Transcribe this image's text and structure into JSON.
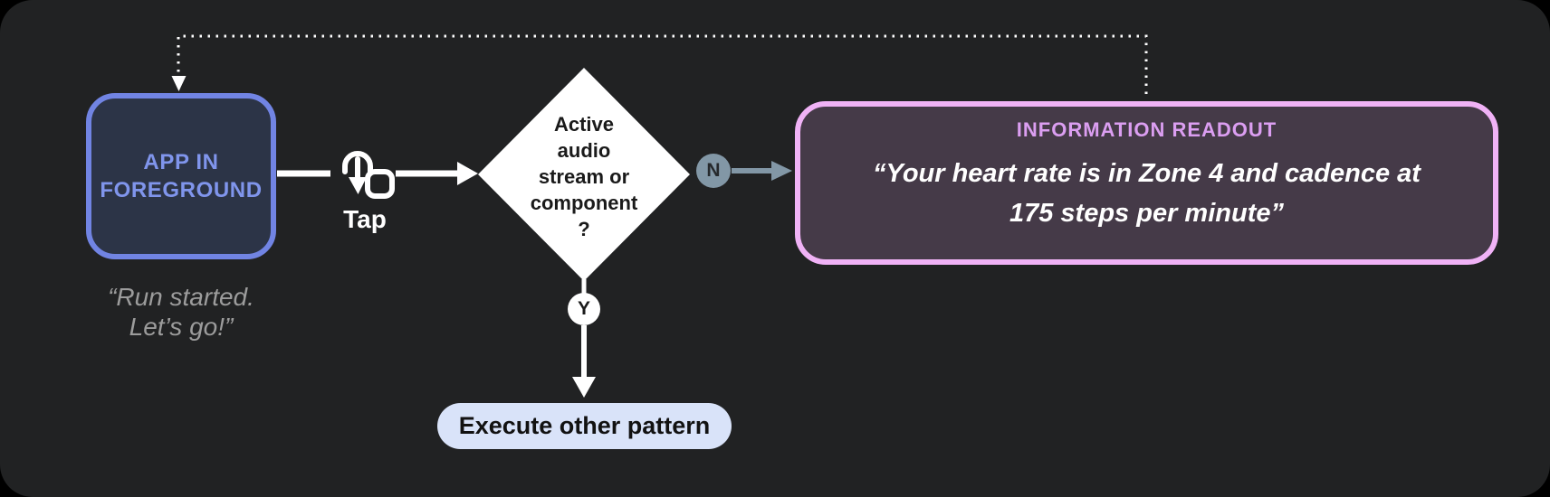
{
  "colors": {
    "page_bg": "#000000",
    "card_bg": "#212223",
    "line_white": "#ffffff",
    "app_fill": "#2c3447",
    "app_border": "#7184e3",
    "app_text": "#8095ec",
    "caption_text": "#9c9c9c",
    "tap_text": "#ffffff",
    "decision_fill": "#ffffff",
    "decision_text": "#1a1a1a",
    "n_badge_fill": "#8297a6",
    "n_badge_text": "#26292c",
    "y_badge_fill": "#ffffff",
    "y_badge_text": "#1a1a1a",
    "readout_border": "#f0b2f6",
    "readout_fill": "#453a48",
    "readout_title": "#db9ef1",
    "readout_text": "#ffffff",
    "pill_fill": "#d9e3f9",
    "pill_text": "#121212"
  },
  "diagram": {
    "app_node": {
      "label": "APP IN\nFOREGROUND",
      "caption": "“Run started.\nLet’s go!”"
    },
    "tap_step": {
      "label": "Tap",
      "icon": "tap-gesture-icon"
    },
    "decision_node": {
      "label": "Active\naudio\nstream or\ncomponent\n?"
    },
    "no_branch": {
      "label": "N"
    },
    "yes_branch": {
      "label": "Y"
    },
    "readout_node": {
      "title": "INFORMATION READOUT",
      "quote": "“Your heart rate is in Zone 4 and cadence at\n175 steps per minute”"
    },
    "execute_node": {
      "label": "Execute other pattern"
    }
  }
}
